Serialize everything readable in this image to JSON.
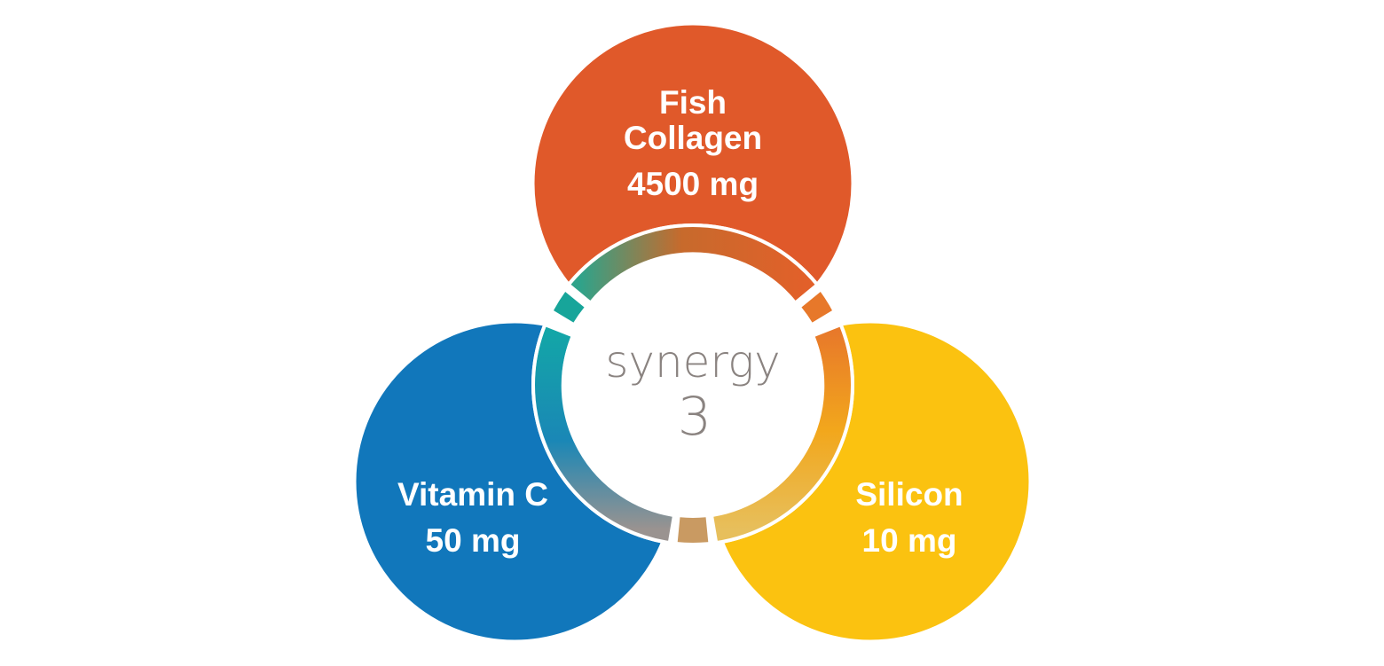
{
  "diagram": {
    "center": {
      "word": "synergy",
      "number": "3"
    },
    "ingredients": [
      {
        "name_line1": "Fish",
        "name_line2": "Collagen",
        "amount": "4500 mg",
        "color": "#e0592a"
      },
      {
        "name_line1": "Vitamin C",
        "name_line2": "",
        "amount": "50 mg",
        "color": "#1177bb"
      },
      {
        "name_line1": "Silicon",
        "name_line2": "",
        "amount": "10 mg",
        "color": "#fbc210"
      }
    ],
    "ring_colors": {
      "teal": "#17a59a",
      "orange": "#e26628",
      "amber": "#f0a020",
      "tan": "#c99a62",
      "blue": "#1b8fb8"
    }
  }
}
